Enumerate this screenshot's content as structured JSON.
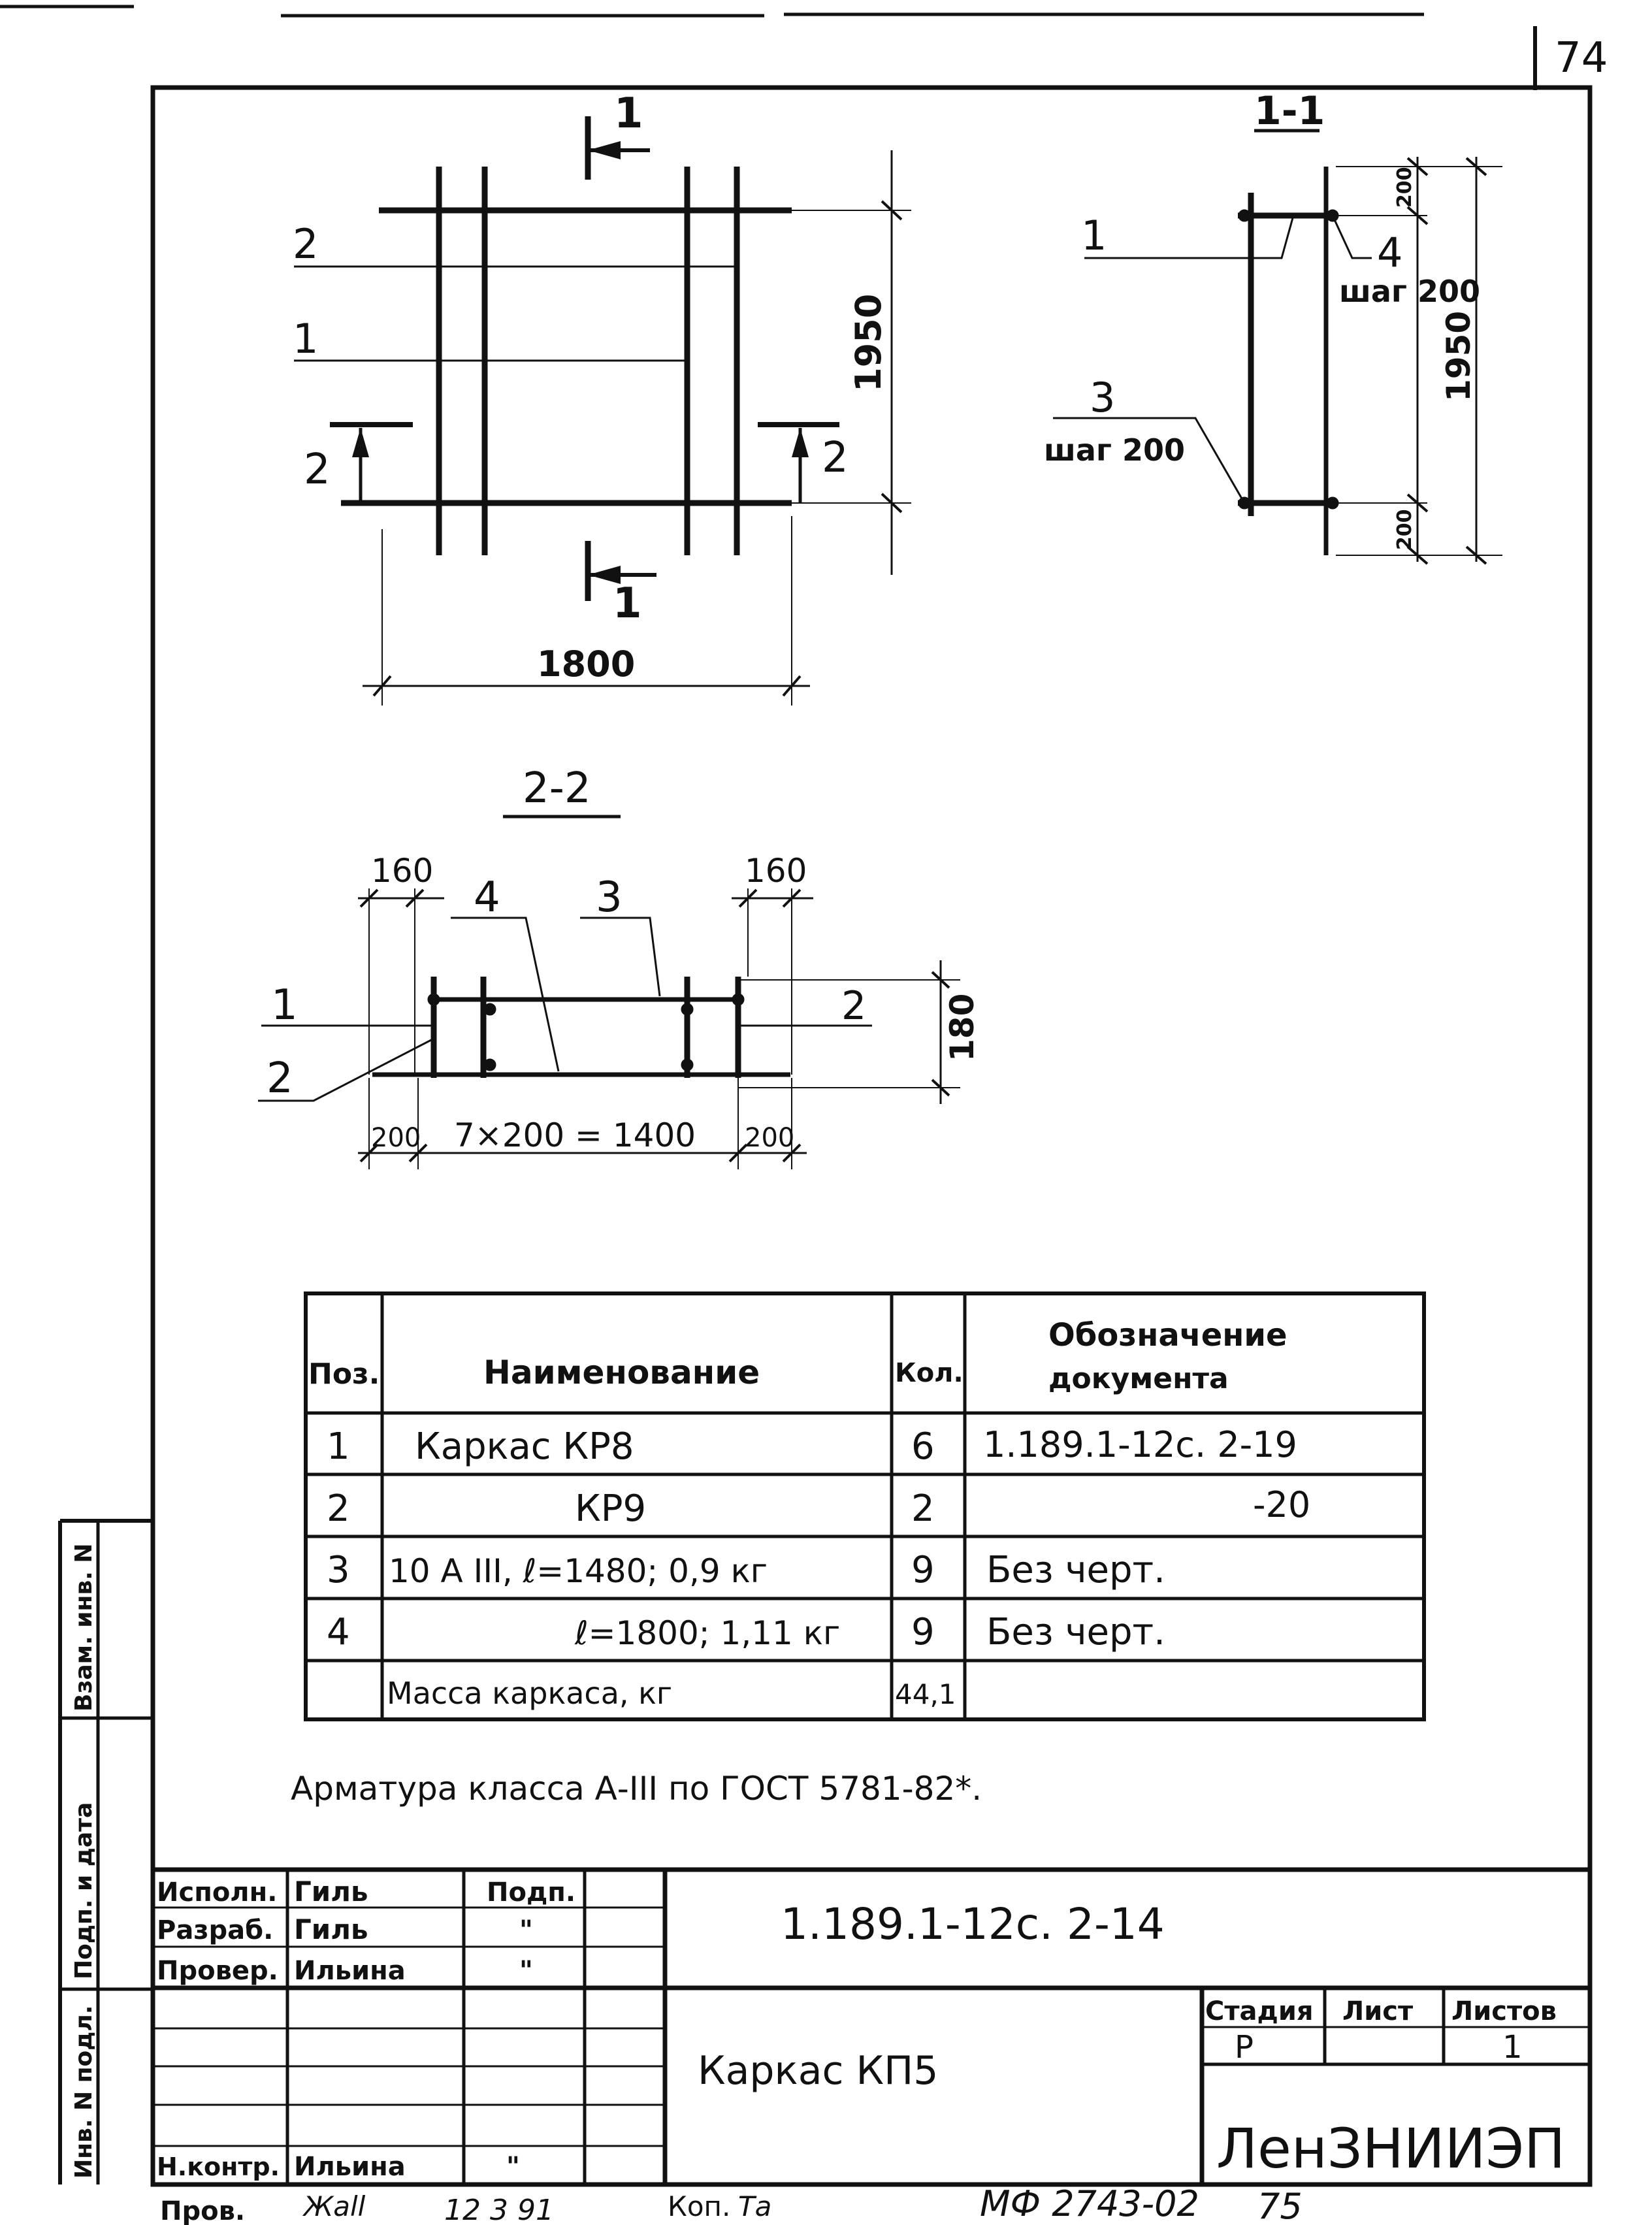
{
  "sheet_number_top": "74",
  "drawing": {
    "plan": {
      "section_mark": "1",
      "section_mark_bottom": "1",
      "section_mark_left": "2",
      "section_mark_right": "2",
      "leader_2": "2",
      "leader_1": "1",
      "dim_height": "1950",
      "dim_width": "1800"
    },
    "section_1_1": {
      "title": "1-1",
      "leader_1": "1",
      "leader_4": "4",
      "step_4": "шаг 200",
      "leader_3": "3",
      "step_3": "шаг 200",
      "dim_height": "1950",
      "dim_top": "200",
      "dim_bottom": "200"
    },
    "section_2_2": {
      "title": "2-2",
      "dim_left_top": "160",
      "dim_right_top": "160",
      "leader_4": "4",
      "leader_3": "3",
      "leader_1": "1",
      "leader_2_right": "2",
      "leader_2_left": "2",
      "dim_height": "180",
      "dim_left_bottom": "200",
      "dim_middle": "7×200 = 1400",
      "dim_right_bottom": "200"
    }
  },
  "spec_table": {
    "headers": {
      "pos": "Поз.",
      "name": "Наименование",
      "qty": "Кол.",
      "doc_line1": "Обозначение",
      "doc_line2": "документа"
    },
    "rows": [
      {
        "pos": "1",
        "name": "Каркас КР8",
        "qty": "6",
        "doc": "1.189.1-12с. 2-19"
      },
      {
        "pos": "2",
        "name": "КР9",
        "qty": "2",
        "doc": "-20"
      },
      {
        "pos": "3",
        "name": "10 А III, ℓ=1480; 0,9 кг",
        "qty": "9",
        "doc": "Без черт."
      },
      {
        "pos": "4",
        "name": "ℓ=1800; 1,11 кг",
        "qty": "9",
        "doc": "Без черт."
      },
      {
        "pos": "",
        "name": "Масса каркаса, кг",
        "qty": "44,1",
        "doc": ""
      }
    ]
  },
  "note": "Арматура класса А-III по ГОСТ 5781-82*.",
  "side_stamp": {
    "vzam": "Взам. инв. N",
    "podp_data": "Подп. и дата",
    "inv_podl": "Инв. N подл."
  },
  "title_block": {
    "roles": [
      {
        "role": "Исполн.",
        "name": "Гиль",
        "sign": "Подп."
      },
      {
        "role": "Разраб.",
        "name": "Гиль",
        "sign": "\""
      },
      {
        "role": "Провер.",
        "name": "Ильина",
        "sign": "\""
      },
      {
        "role": "",
        "name": "",
        "sign": ""
      },
      {
        "role": "",
        "name": "",
        "sign": ""
      },
      {
        "role": "",
        "name": "",
        "sign": ""
      },
      {
        "role": "",
        "name": "",
        "sign": ""
      },
      {
        "role": "Н.контр.",
        "name": "Ильина",
        "sign": "\""
      }
    ],
    "designation": "1.189.1-12с. 2-14",
    "title": "Каркас КП5",
    "stage_label": "Стадия",
    "sheet_label": "Лист",
    "sheets_label": "Листов",
    "stage": "Р",
    "sheet": "",
    "sheets": "1",
    "org": "ЛенЗНИИЭП"
  },
  "footer": {
    "checked_label": "Пров.",
    "checked_sign": "Жаll",
    "date": "12 3 91",
    "copy_label": "Коп.",
    "copy_sign": "Та",
    "archive": "МФ 2743-02",
    "page": "75"
  }
}
